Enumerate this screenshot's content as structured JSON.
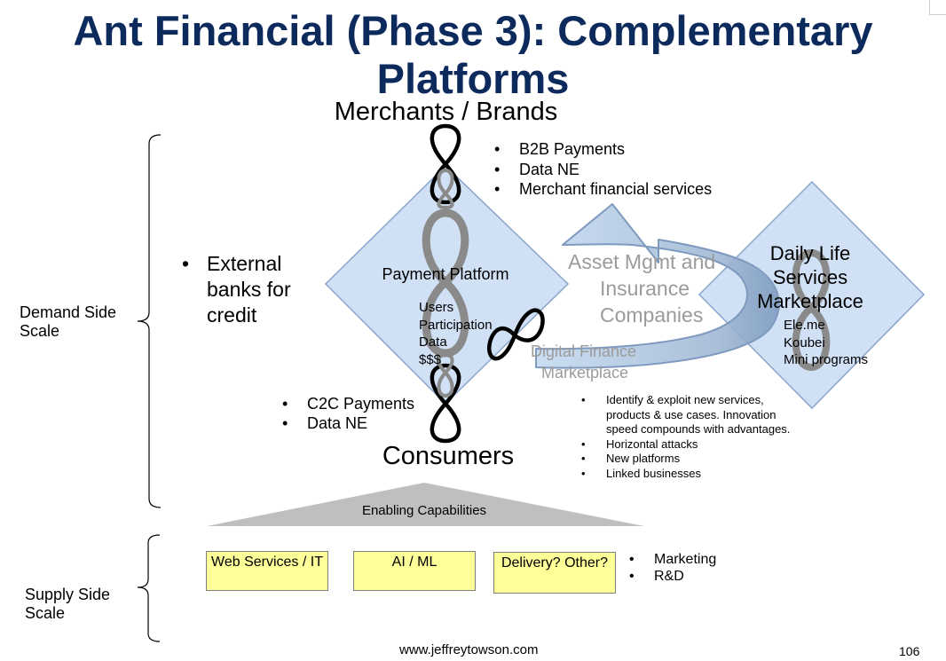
{
  "slide": {
    "title": "Ant Financial (Phase 3): Complementary Platforms",
    "merchants": "Merchants / Brands",
    "consumers": "Consumers",
    "merchant_bullets": [
      "B2B Payments",
      "Data NE",
      "Merchant financial services"
    ],
    "external_bullets": [
      "External banks for credit"
    ],
    "consumer_bullets": [
      "C2C Payments",
      "Data NE"
    ],
    "payment_platform": {
      "label": "Payment Platform",
      "items": [
        "Users",
        "Participation",
        "Data",
        "$$$"
      ]
    },
    "daily_life": {
      "label": "Daily Life Services Marketplace",
      "items": [
        "Ele.me",
        "Koubei",
        "Mini programs"
      ]
    },
    "asset_lines": [
      "Asset Mgmt and",
      "Insurance",
      "Companies"
    ],
    "digital_lines": [
      "Digital Finance",
      "Marketplace"
    ],
    "strategy_bullets": [
      "Identify & exploit new services, products & use cases. Innovation speed compounds with advantages.",
      "Horizontal attacks",
      "New platforms",
      "Linked businesses"
    ],
    "demand_label": "Demand Side Scale",
    "supply_label": "Supply Side Scale",
    "enabling": "Enabling Capabilities",
    "capabilities": [
      "Web Services / IT",
      "AI / ML",
      "Delivery? Other?"
    ],
    "supply_bullets": [
      "Marketing",
      "R&D"
    ],
    "footer": "www.jeffreytowson.com",
    "page": "106"
  },
  "colors": {
    "title": "#0d2a5c",
    "diamond_fill": "#d0e0f5",
    "diamond_stroke": "#8aa5cc",
    "arrow_fill": "#bcd2ec",
    "capability_fill": "#ffff99",
    "triangle_fill": "#bfbfbf",
    "faded_text": "#9b9b9b"
  }
}
